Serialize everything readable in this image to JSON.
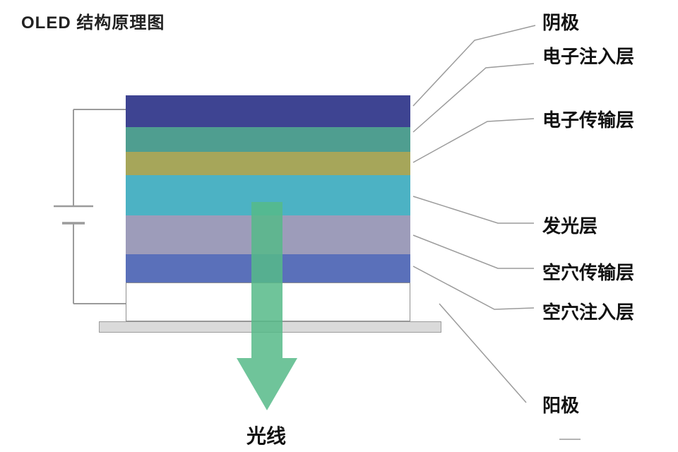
{
  "title": "OLED 结构原理图",
  "diagram": {
    "layers": [
      {
        "name": "cathode",
        "label": "阴极",
        "color": "#3e4492"
      },
      {
        "name": "electron-injection-layer",
        "label": "电子注入层",
        "color": "#4f9e90"
      },
      {
        "name": "electron-transport-layer",
        "label": "电子传输层",
        "color": "#a6a65a"
      },
      {
        "name": "emissive-layer",
        "label": "发光层",
        "color": "#4cb2c4"
      },
      {
        "name": "hole-transport-layer",
        "label": "空穴传输层",
        "color": "#9d9cba"
      },
      {
        "name": "hole-injection-layer",
        "label": "空穴注入层",
        "color": "#5a70ba"
      },
      {
        "name": "anode",
        "label": "阳极",
        "color": "#ffffff"
      }
    ],
    "substrate_color": "#dadada",
    "line_color": "#9b9b9b",
    "arrow": {
      "label": "光线",
      "color": "rgba(86,186,136,0.85)"
    }
  }
}
